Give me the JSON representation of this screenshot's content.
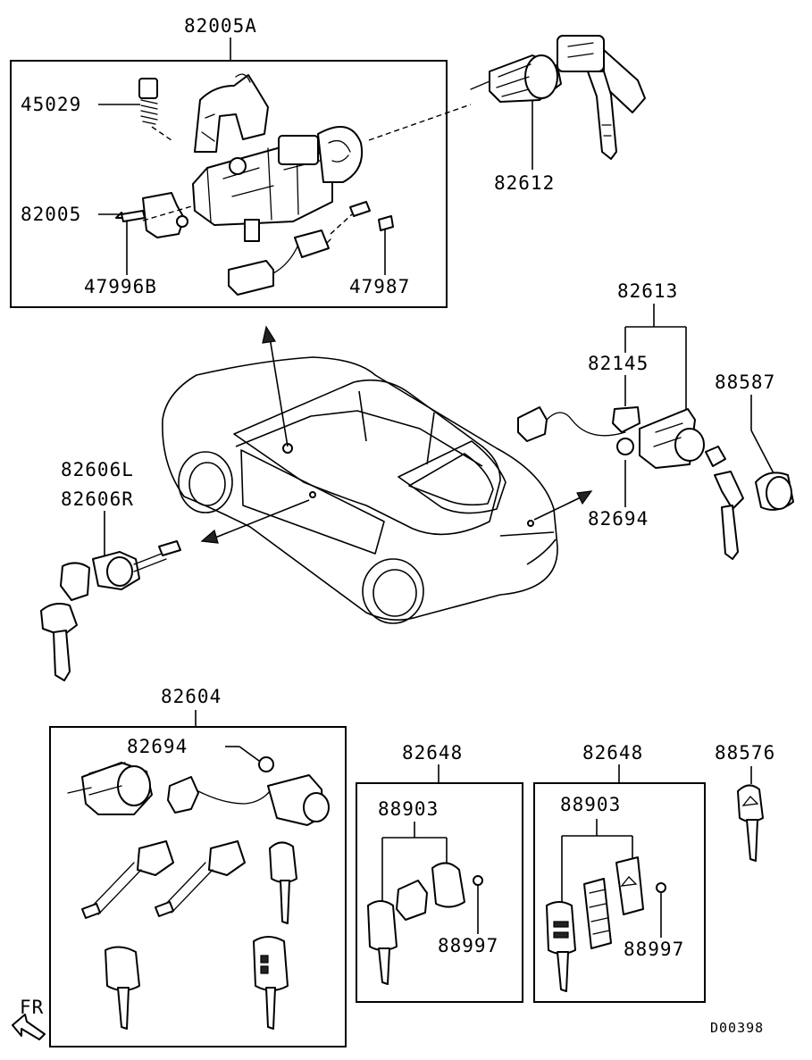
{
  "diagram_id": "D00398",
  "direction_marker": "FR",
  "labels": {
    "p82005A": "82005A",
    "p45029": "45029",
    "p82005": "82005",
    "p47996B": "47996B",
    "p47987": "47987",
    "p82612": "82612",
    "p82613": "82613",
    "p82145": "82145",
    "p88587": "88587",
    "p82694_right": "82694",
    "p82606L": "82606L",
    "p82606R": "82606R",
    "p82604": "82604",
    "p82694_set": "82694",
    "p82648_a": "82648",
    "p88903_a": "88903",
    "p88997_a": "88997",
    "p82648_b": "82648",
    "p88903_b": "88903",
    "p88997_b": "88997",
    "p88576": "88576"
  }
}
